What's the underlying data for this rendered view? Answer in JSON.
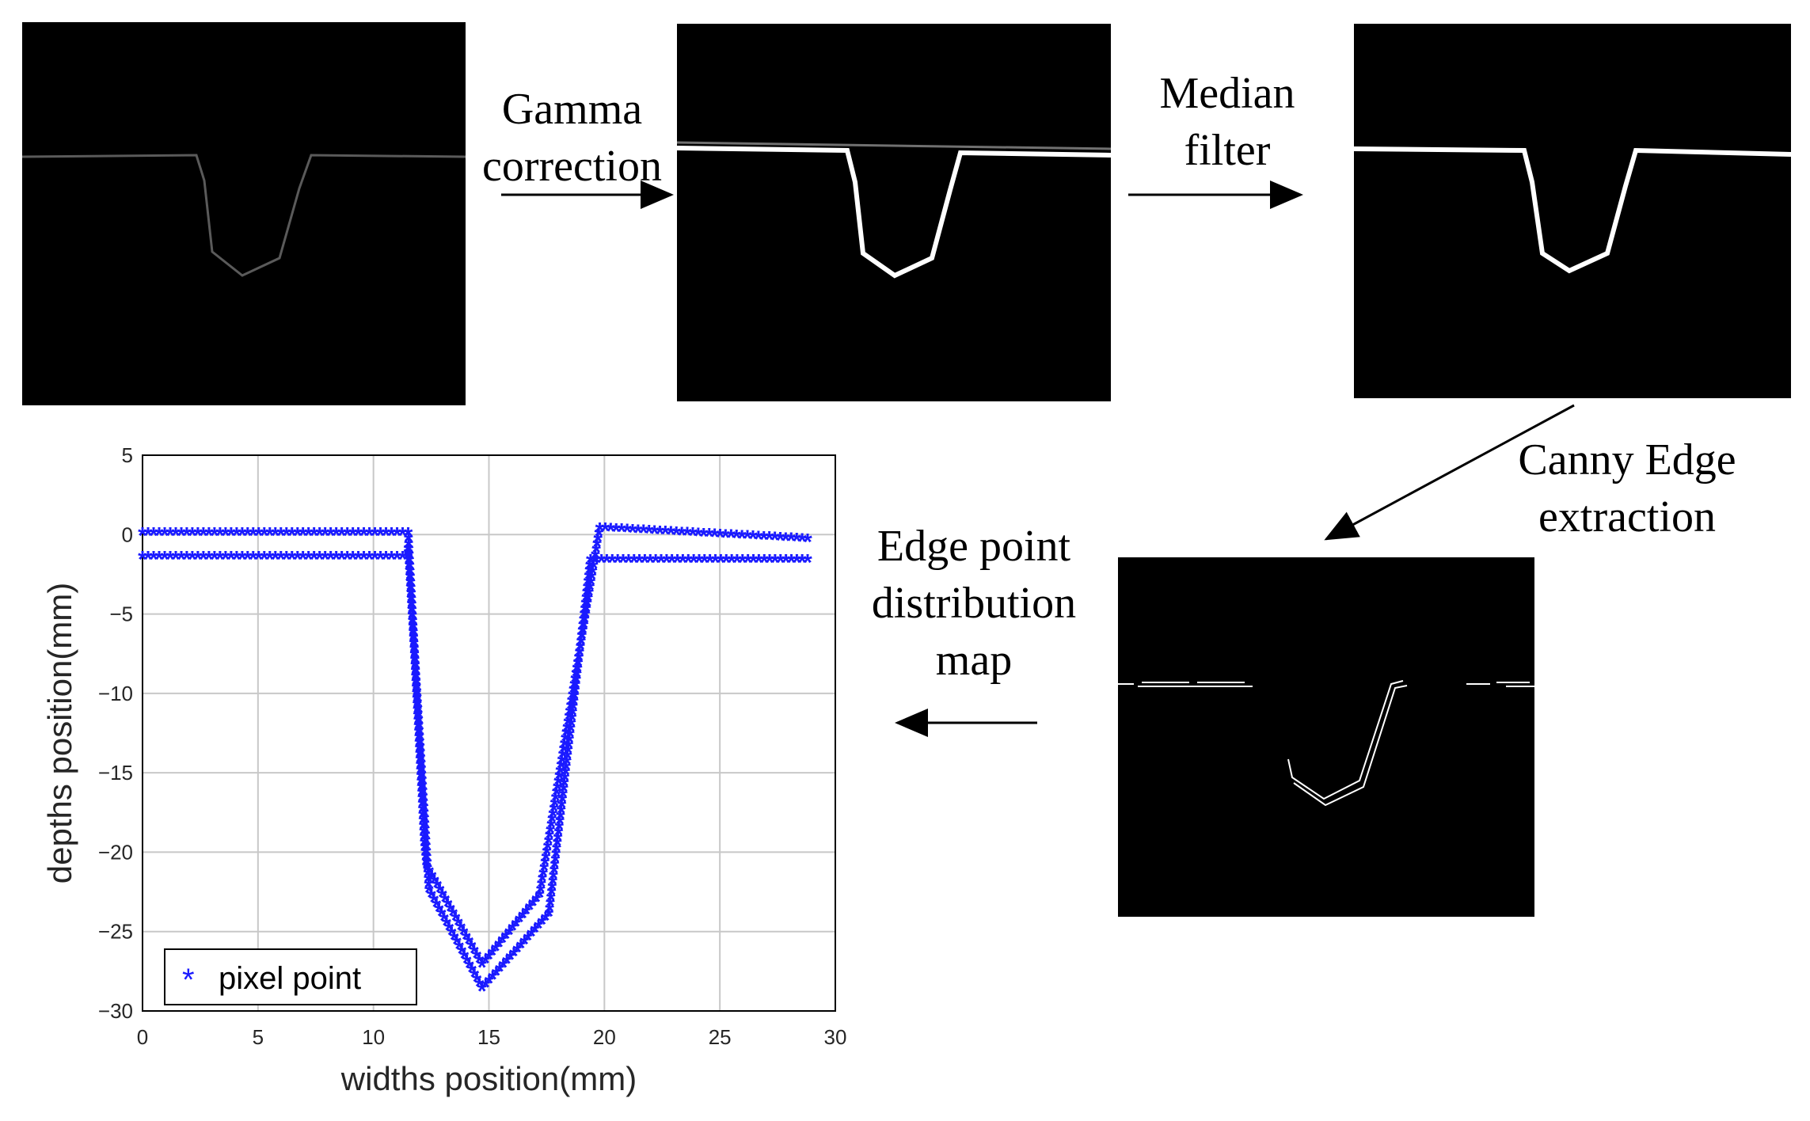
{
  "labels": {
    "gamma": [
      "Gamma",
      "correction"
    ],
    "median": [
      "Median",
      "filter"
    ],
    "canny": [
      "Canny Edge",
      "extraction"
    ],
    "edge_map": [
      "Edge point",
      "distribution",
      "map"
    ]
  },
  "colors": {
    "panel_bg": "#000000",
    "raw_line": "#5a5a5a",
    "enhanced_line": "#ffffff",
    "series": "#1a1aff",
    "grid": "#c8c8c8"
  },
  "chart_data": {
    "type": "scatter",
    "xlabel": "widths position(mm)",
    "ylabel": "depths position(mm)",
    "xlim": [
      0,
      30
    ],
    "ylim": [
      -30,
      5
    ],
    "xticks": [
      "0",
      "5",
      "10",
      "15",
      "20",
      "25",
      "30"
    ],
    "yticks": [
      "5",
      "0",
      "−5",
      "−10",
      "−15",
      "−20",
      "−25",
      "−30"
    ],
    "grid": true,
    "legend_position": "bottom-left",
    "series": [
      {
        "name": "pixel point",
        "marker": "*",
        "upper_path": [
          [
            0,
            0
          ],
          [
            11.5,
            0
          ],
          [
            12.2,
            -19.5
          ],
          [
            12.3,
            -21
          ],
          [
            14.7,
            -27.2
          ],
          [
            17.2,
            -22.8
          ],
          [
            19.8,
            0.3
          ],
          [
            28.8,
            -0.4
          ]
        ],
        "lower_path": [
          [
            0,
            -1.5
          ],
          [
            11.5,
            -1.5
          ],
          [
            11.5,
            -1.0
          ],
          [
            12.4,
            -22.5
          ],
          [
            14.7,
            -28.7
          ],
          [
            17.6,
            -24.0
          ],
          [
            19.4,
            -1.7
          ],
          [
            28.8,
            -1.7
          ]
        ]
      }
    ]
  }
}
